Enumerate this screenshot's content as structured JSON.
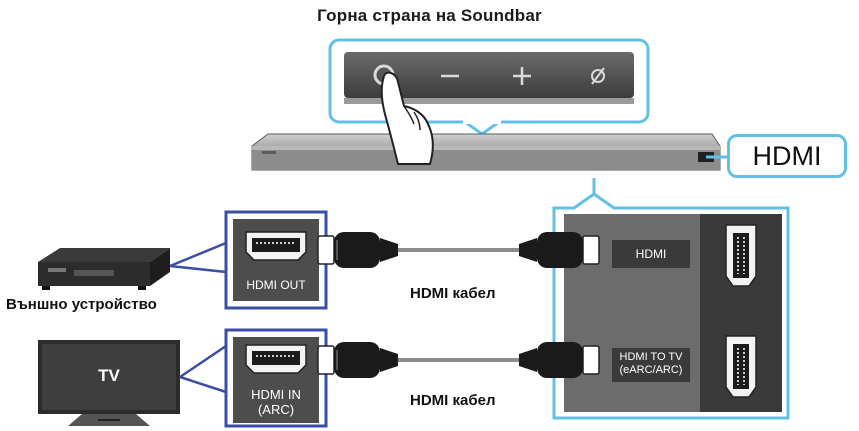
{
  "soundbar_top_title": "Горна страна на Soundbar",
  "soundbar_buttons": [
    "power",
    "volume-down",
    "volume-up",
    "mic-off"
  ],
  "hdmi_callout": "HDMI",
  "external_device": {
    "label": "Външно устройство",
    "port_label": "HDMI OUT"
  },
  "tv": {
    "screen_text": "TV",
    "port_label_line1": "HDMI IN",
    "port_label_line2": "(ARC)"
  },
  "cables": [
    {
      "label": "HDMI кабел"
    },
    {
      "label": "HDMI кабел"
    }
  ],
  "soundbar_ports": {
    "hdmi": "HDMI",
    "hdmi_to_tv_line1": "HDMI TO TV",
    "hdmi_to_tv_line2": "(eARC/ARC)"
  },
  "colors": {
    "callout_border": "#62c0e6",
    "device_border": "#3b4ea6",
    "panel_dark": "#454545"
  }
}
